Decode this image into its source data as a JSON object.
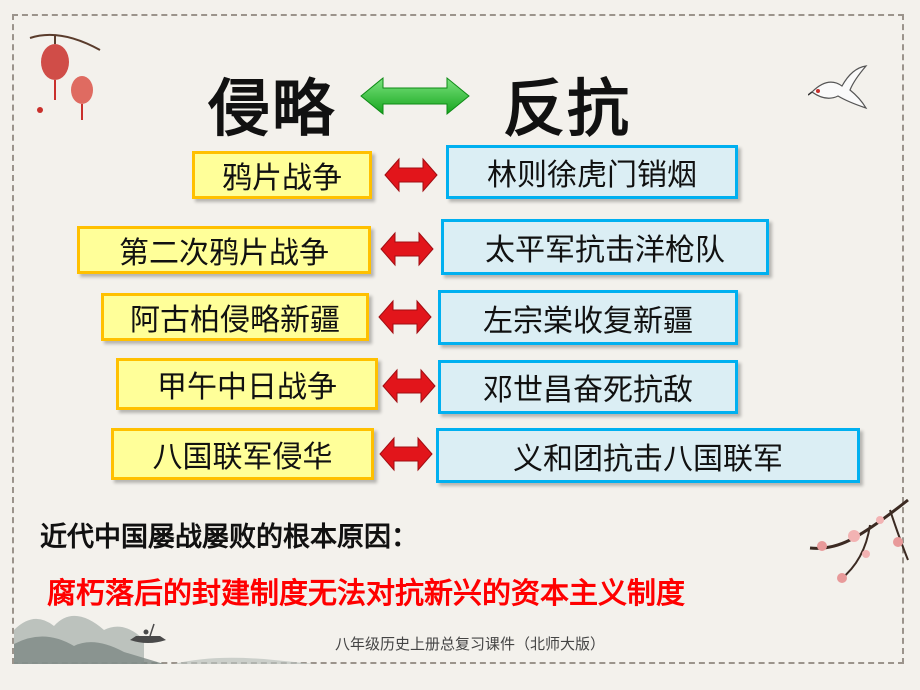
{
  "title": {
    "left": "侵略",
    "right": "反抗"
  },
  "rows": [
    {
      "aggression": "鸦片战争",
      "resistance": "林则徐虎门销烟"
    },
    {
      "aggression": "第二次鸦片战争",
      "resistance": "太平军抗击洋枪队"
    },
    {
      "aggression": "阿古柏侵略新疆",
      "resistance": "左宗棠收复新疆"
    },
    {
      "aggression": "甲午中日战争",
      "resistance": "邓世昌奋死抗敌"
    },
    {
      "aggression": "八国联军侵华",
      "resistance": "义和团抗击八国联军"
    }
  ],
  "conclusion": {
    "label": "近代中国屡战屡败的根本原因：",
    "text": "腐朽落后的封建制度无法对抗新兴的资本主义制度"
  },
  "footer": "八年级历史上册总复习课件（北师大版）",
  "colors": {
    "aggression_fill": "#ffff99",
    "aggression_border": "#ffc000",
    "resistance_fill": "#dbeef4",
    "resistance_border": "#00b0f0",
    "double_arrow_red": "#e2151b",
    "double_arrow_green": "#22c22b",
    "conclusion_text": "#ff0000"
  },
  "icons": [
    "lantern-icon",
    "crane-icon",
    "plum-blossom-branch-icon",
    "mountain-landscape-icon",
    "boat-icon"
  ]
}
